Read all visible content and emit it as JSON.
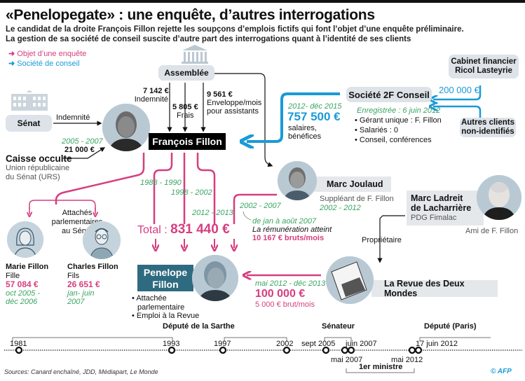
{
  "header": {
    "title": "«Penelopegate» : une enquête, d’autres interrogations",
    "subtitle_line1": "Le candidat de la droite François Fillon rejette les soupçons d’emplois fictifs qui font l’objet d’une enquête préliminaire.",
    "subtitle_line2": "La gestion de sa société de conseil suscite d’autre part des interrogations quant à l’identité de ses clients"
  },
  "legend": {
    "items": [
      {
        "label": "Objet d’une enquête",
        "color": "#d63e7f",
        "icon": "arrow-right-icon"
      },
      {
        "label": "Société de conseil",
        "color": "#1a9ad6",
        "icon": "arrow-right-icon"
      }
    ]
  },
  "colors": {
    "pink": "#d63e7f",
    "blue": "#1a9ad6",
    "green": "#3aa564",
    "teal": "#2f6b80",
    "box_gray": "#dde3e8"
  },
  "assemblee": {
    "label": "Assemblée",
    "flows": [
      {
        "amount": "7 142 €",
        "desc": "Indemnité"
      },
      {
        "amount": "5 805 €",
        "desc": "Frais"
      },
      {
        "amount": "9 561 €",
        "desc_line1": "Enveloppe/mois",
        "desc_line2": "pour assistants"
      }
    ]
  },
  "senat": {
    "label": "Sénat",
    "flow_label": "Indemnité"
  },
  "caisse": {
    "period": "2005 - 2007",
    "amount": "21 000 €",
    "title": "Caisse occulte",
    "desc_line1": "Union républicaine",
    "desc_line2": "du Sénat (URS)"
  },
  "fillon": {
    "name": "François Fillon"
  },
  "societe": {
    "name": "Société 2F Conseil",
    "registered": "Enregistrée : 6 juin 2012",
    "bullets": [
      "Gérant unique : F. Fillon",
      "Salariés : 0",
      "Conseil, conférences"
    ],
    "period": "2012- déc 2015",
    "amount": "757 500 €",
    "desc_line1": "salaires,",
    "desc_line2": "bénéfices"
  },
  "ricol": {
    "line1": "Cabinet financier",
    "line2": "Ricol Lasteyrie",
    "amount": "200 000 €"
  },
  "autres": {
    "line1": "Autres clients",
    "line2": "non-identifiés"
  },
  "children": {
    "group_label_line1": "Attachés",
    "group_label_line2": "parlementaires",
    "group_label_line3": "au Sénat",
    "marie": {
      "name": "Marie Fillon",
      "relation": "Fille",
      "amount": "57 084 €",
      "period_line1": "oct 2005 -",
      "period_line2": "déc 2006"
    },
    "charles": {
      "name": "Charles Fillon",
      "relation": "Fils",
      "amount": "26 651 €",
      "period_line1": "jan- juin",
      "period_line2": "2007"
    }
  },
  "penelope": {
    "periods": [
      "1988 - 1990",
      "1998 - 2002",
      "2012 - 2013",
      "2002 - 2007"
    ],
    "total_label": "Total :",
    "total_amount": "831 440 €",
    "name_line1": "Penelope",
    "name_line2": "Fillon",
    "bullets": [
      "Attachée",
      "parlementaire",
      "Emploi à la Revue"
    ]
  },
  "joulaud": {
    "name": "Marc Joulaud",
    "role": "Suppléant de F. Fillon",
    "period": "2002 - 2012",
    "note_period": "de jan à août 2007",
    "note_text": "La rémunération atteint",
    "note_amount": "10 167 € bruts/mois"
  },
  "ladreit": {
    "name_line1": "Marc Ladreit",
    "name_line2": "de Lacharrière",
    "role": "PDG Fimalac",
    "relation": "Ami de F. Fillon",
    "link_label": "Propriétaire"
  },
  "revue": {
    "name": "La Revue des Deux Mondes",
    "period": "mai 2012 - déc 2013",
    "amount": "100 000 €",
    "monthly": "5 000 € brut/mois"
  },
  "timeline": {
    "spans": [
      {
        "label": "Député de la Sarthe"
      },
      {
        "label": "Sénateur"
      },
      {
        "label": "Député (Paris)"
      },
      {
        "label": "1er ministre"
      }
    ],
    "dates_top": [
      "1981",
      "1993",
      "1997",
      "2002",
      "sept 2005",
      "juin 2007",
      "17 juin 2012"
    ],
    "dates_bottom": [
      "mai 2007",
      "mai 2012"
    ]
  },
  "footer": {
    "sources": "Sources: Canard enchaîné, JDD, Médiapart, Le Monde",
    "credit": "© AFP"
  }
}
